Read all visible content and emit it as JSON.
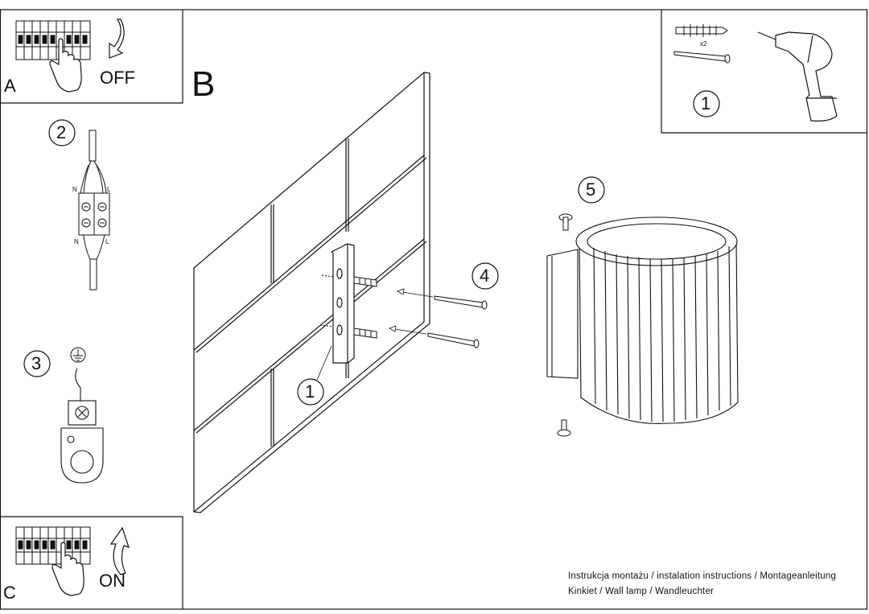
{
  "panels": {
    "a_letter": "A",
    "a_action": "OFF",
    "b_letter": "B",
    "c_letter": "C",
    "c_action": "ON"
  },
  "steps": {
    "s1": "1",
    "s2": "2",
    "s3": "3",
    "s4": "4",
    "s5": "5",
    "bracket_step": "1"
  },
  "wiring": {
    "n_top": "N",
    "l_top": "L",
    "n_bottom": "N",
    "l_bottom": "L"
  },
  "parts": {
    "quantity": "x2"
  },
  "footer": {
    "line1": "Instrukcja montażu / instalation instructions / Montageanleitung",
    "line2": "Kinkiet / Wall lamp / Wandleuchter"
  }
}
